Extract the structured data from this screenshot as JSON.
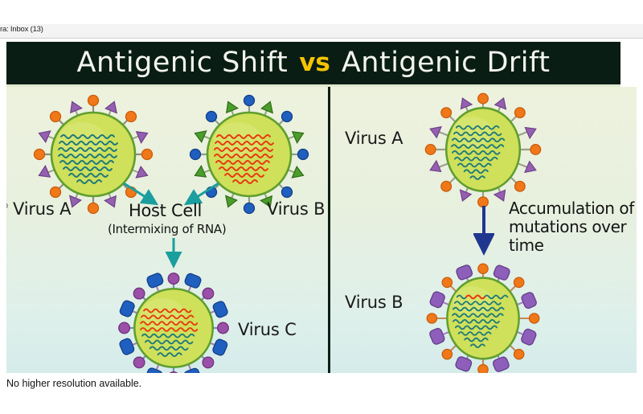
{
  "browser": {
    "tab_label": "ra: Inbox (13)"
  },
  "figure": {
    "title": {
      "left_term": "Antigenic Shift",
      "separator": "vs",
      "right_term": "Antigenic Drift",
      "banner_bg": "#0a1d14",
      "text_color": "#f2f5ee",
      "separator_color": "#f5c400"
    },
    "shift_panel": {
      "label_virus_a": "Virus A",
      "label_virus_b": "Virus B",
      "label_virus_c": "Virus C",
      "host_cell": "Host Cell",
      "host_cell_sub": "(Intermixing of RNA)",
      "arrow_color": "#1b9e9e"
    },
    "drift_panel": {
      "label_virus_a": "Virus A",
      "label_virus_b": "Virus B",
      "process_text": "Accumulation of mutations over time",
      "arrow_color": "#20378f"
    },
    "palette": {
      "capsid_fill": "#cfe05a",
      "capsid_stroke": "#5f9e2e",
      "orange_spike": "#f07818",
      "purple_triangle": "#9560b0",
      "blue_spike": "#1f5fbf",
      "green_triangle": "#4a9d2a",
      "purple_ball": "#9a4fa8",
      "blue_block": "#1f5fbf",
      "purple_block": "#8e5fba",
      "rna_teal": "#1f7a7a",
      "rna_red": "#e83a10",
      "panel_bg_top": "#edf2dd",
      "panel_bg_bottom": "#d5eceb",
      "divider": "#0e1f15"
    }
  },
  "page_footer": {
    "note": "No higher resolution available."
  }
}
